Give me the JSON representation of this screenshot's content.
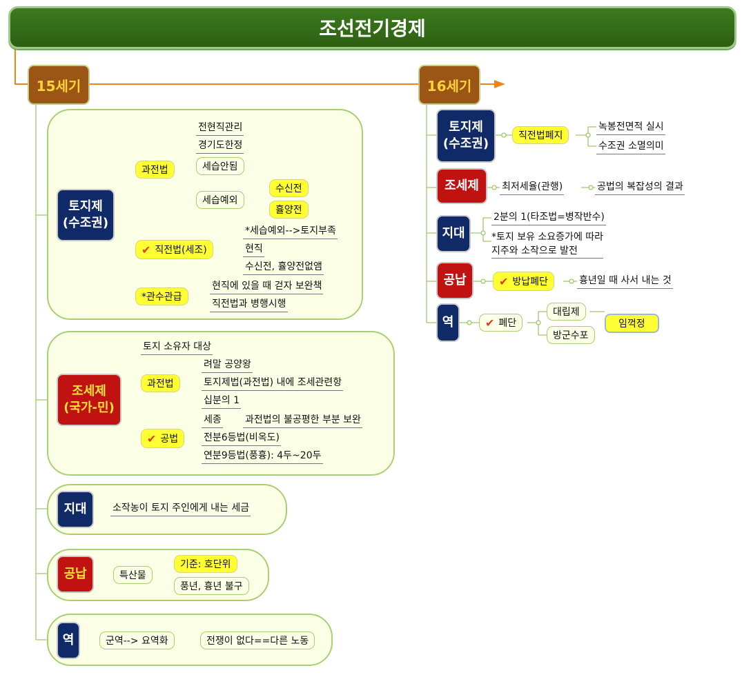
{
  "title": "조선전기경제",
  "c15": {
    "label": "15세기",
    "land": {
      "cat": "토지제\n(수조권)",
      "gwajeon": "과전법",
      "g_leaves": [
        "전현직관리",
        "경기도한정",
        "세습안됨",
        "세습예외"
      ],
      "exceptions": [
        "수신전",
        "휼양전"
      ],
      "jikjeon": "직전법(세조)",
      "j_leaves": [
        "*세습예외-->토지부족",
        "현직",
        "수신전, 휼양전없앰"
      ],
      "gwansu": "*관수관급",
      "k_leaves": [
        "현직에 있을 때 걷자 보완책",
        "직전법과 병행시행"
      ]
    },
    "tax": {
      "cat": "조세제\n(국가-민)",
      "top_leaf": "토지 소유자 대상",
      "gwajeon": "과전법",
      "g_leaves": [
        "려말 공양왕",
        "토지제법(과전법) 내에 조세관련항",
        "십분의 1"
      ],
      "gongbeop": "공법",
      "sejong": "세종",
      "sejong_note": "과전법의 불공평한 부분 보완",
      "b_leaves": [
        "전분6등법(비옥도)",
        "연분9등법(풍흉): 4두~20두"
      ]
    },
    "rent": {
      "cat": "지대",
      "leaf": "소작농이 토지 주인에게 내는 세금"
    },
    "tribute": {
      "cat": "공납",
      "item": "특산물",
      "leaves": [
        "기준: 호단위",
        "풍년, 흉년 불구"
      ]
    },
    "labor": {
      "cat": "역",
      "item": "군역--> 요역화",
      "leaf": "전쟁이 없다==다른 노동"
    }
  },
  "c16": {
    "label": "16세기",
    "land": {
      "cat": "토지제\n(수조권)",
      "item": "직전법폐지",
      "leaves": [
        "녹봉전면적 실시",
        "수조권 소멸의미"
      ]
    },
    "tax": {
      "cat": "조세제",
      "item": "최저세율(관행)",
      "leaf": "공법의 복잡성의 결과"
    },
    "rent": {
      "cat": "지대",
      "leaves": [
        "2분의 1(타조법=병작반수)",
        "*토지 보유 소요증가에 따라",
        "지주와 소작으로 발전"
      ]
    },
    "tribute": {
      "cat": "공납",
      "item": "방납폐단",
      "leaf": "흉년일 때 사서 내는 것"
    },
    "labor": {
      "cat": "역",
      "item": "폐단",
      "leaves": [
        "대립제",
        "방군수포"
      ],
      "note": "임꺽정"
    }
  },
  "check_mark": "✔"
}
